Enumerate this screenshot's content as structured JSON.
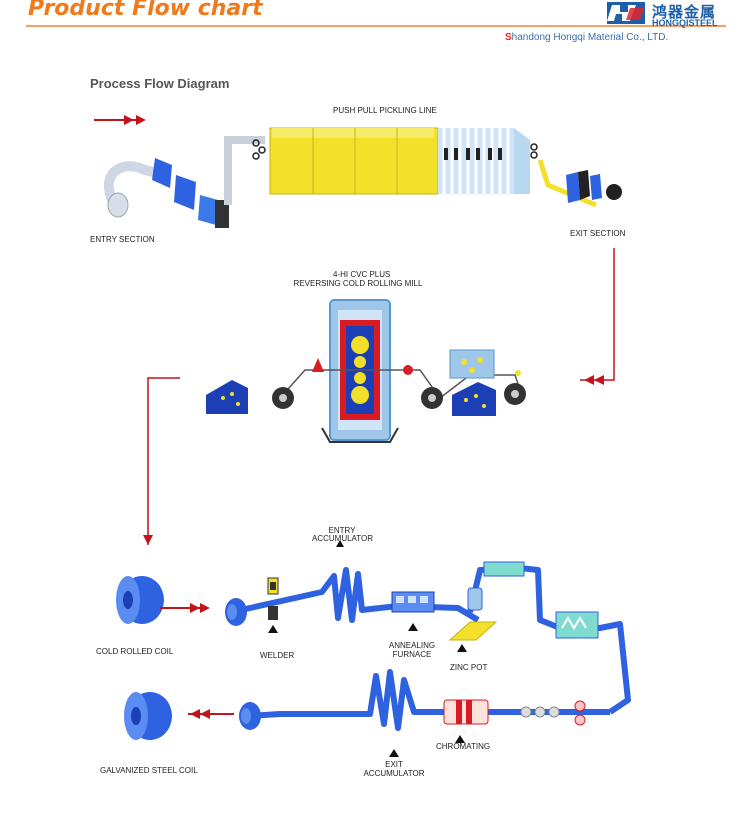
{
  "header": {
    "title": "Product Flow chart",
    "brand_cn": "鸿器金属",
    "brand_en": "HONGQISTEEL",
    "company": "Shandong Hongqi Material Co., LTD.",
    "company_initial": "S",
    "company_rest": "handong Hongqi Material Co., LTD."
  },
  "diagram": {
    "title": "Process Flow Diagram",
    "labels": {
      "push_pull": "PUSH PULL PICKLING LINE",
      "entry_section": "ENTRY SECTION",
      "exit_section": "EXIT SECTION",
      "cvc_line1": "4-HI CVC PLUS",
      "cvc_line2": "REVERSING COLD ROLLING MILL",
      "entry_acc_line1": "ENTRY",
      "entry_acc_line2": "ACCUMULATOR",
      "cold_rolled_coil": "COLD ROLLED COIL",
      "welder": "WELDER",
      "annealing_line1": "ANNEALING",
      "annealing_line2": "FURNACE",
      "zinc_pot": "ZINC POT",
      "galvanized_coil": "GALVANIZED STEEL COIL",
      "exit_acc_line1": "EXIT",
      "exit_acc_line2": "ACCUMULATOR",
      "chromating": "CHROMATING"
    }
  },
  "colors": {
    "orange": "#f07a1a",
    "brand_blue": "#1d5fa8",
    "strip_blue": "#2f62e0",
    "yellow": "#f2e02a",
    "arrow_red": "#c3141b",
    "mill_frame": "#9fc7ea"
  }
}
